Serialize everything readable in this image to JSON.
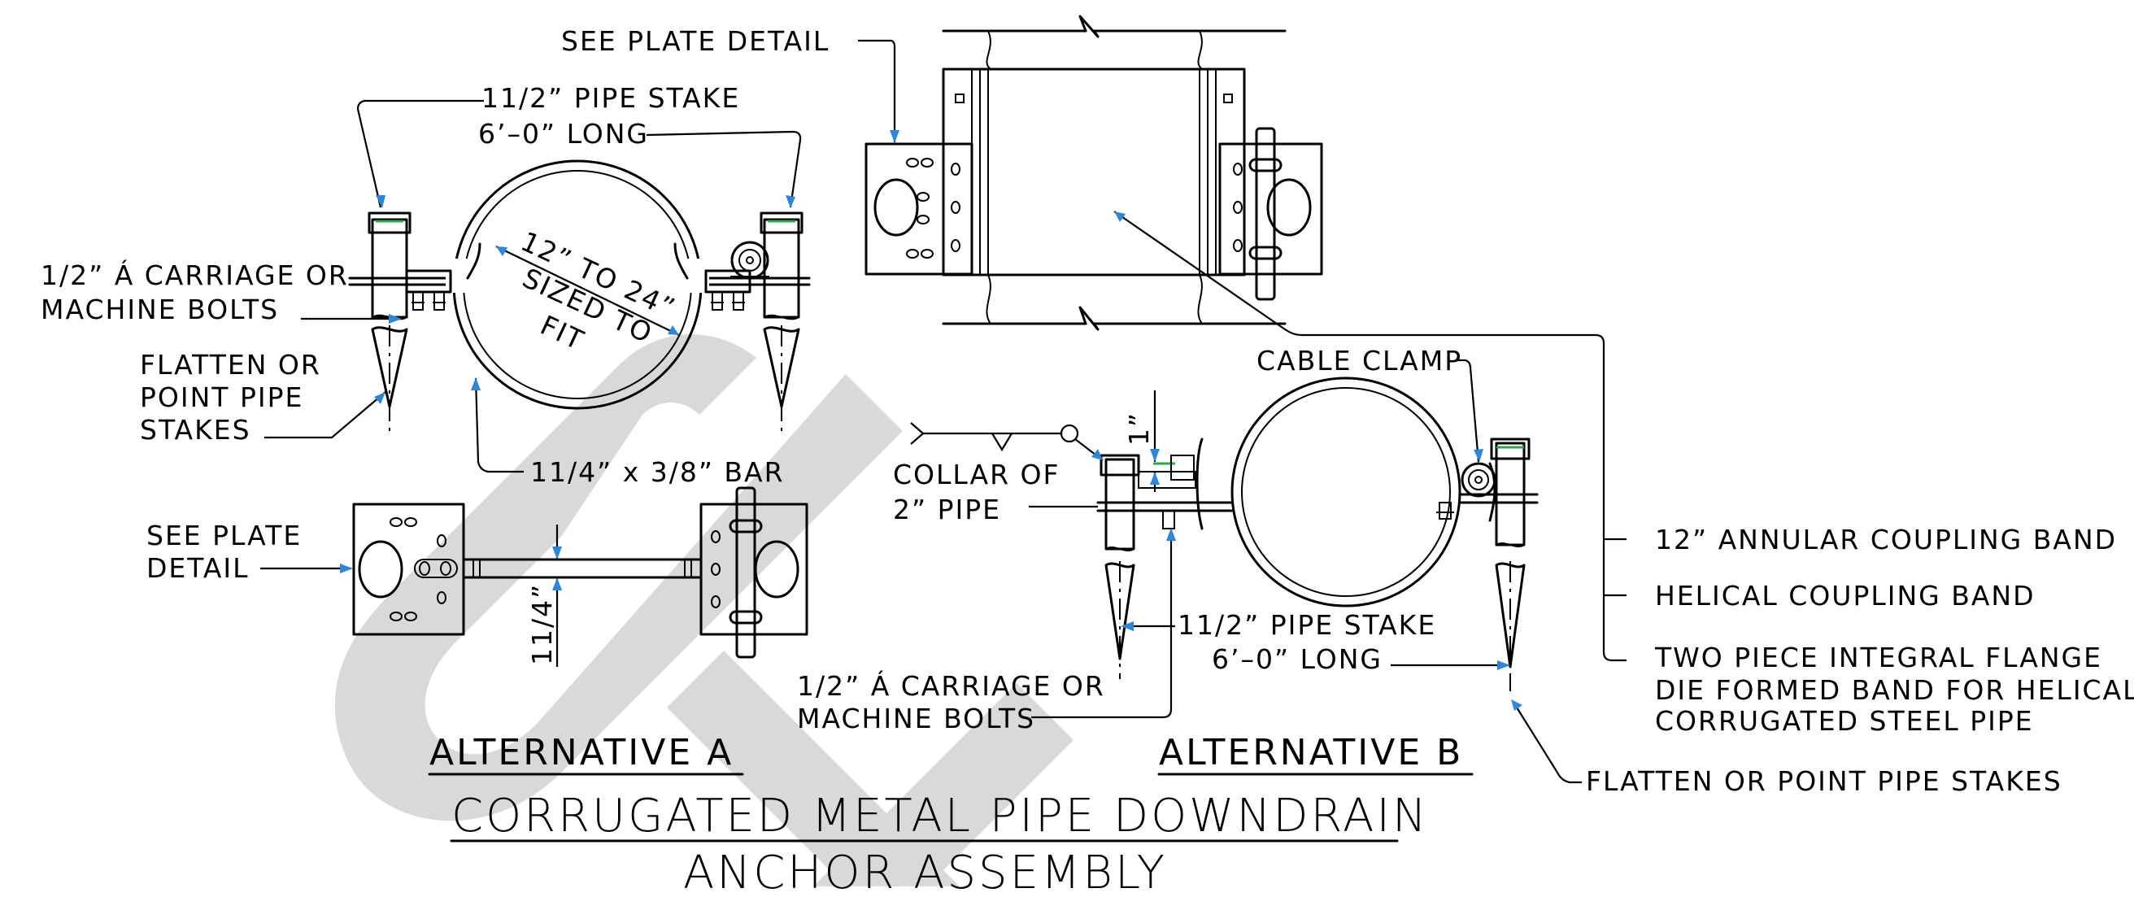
{
  "labels": {
    "see_plate_detail_top": "SEE PLATE DETAIL",
    "pipe_stake_a_line1": "11/2” PIPE STAKE",
    "pipe_stake_a_line2": "6’–0” LONG",
    "bolts_a_line1": "1/2” Á CARRIAGE OR",
    "bolts_a_line2": "MACHINE BOLTS",
    "flatten_a_line1": "FLATTEN OR",
    "flatten_a_line2": "POINT PIPE",
    "flatten_a_line3": "STAKES",
    "pipe_size_line1": "12” TO 24”",
    "pipe_size_line2": "SIZED TO",
    "pipe_size_line3": "FIT",
    "bar": "11/4” x 3/8” BAR",
    "see_plate_detail_left_line1": "SEE PLATE",
    "see_plate_detail_left_line2": "DETAIL",
    "bar_width_dim": "11/4”",
    "cable_clamp": "CABLE CLAMP",
    "collar_line1": "COLLAR OF",
    "collar_line2": "2” PIPE",
    "collar_dim": "1”",
    "pipe_stake_b_line1": "11/2” PIPE STAKE",
    "pipe_stake_b_line2": "6’–0” LONG",
    "bolts_b_line1": "1/2” Á CARRIAGE OR",
    "bolts_b_line2": "MACHINE BOLTS",
    "annular_band": "12” ANNULAR COUPLING BAND",
    "helical_band": "HELICAL COUPLING BAND",
    "two_piece_line1": "TWO PIECE INTEGRAL FLANGE",
    "two_piece_line2": "DIE FORMED BAND FOR HELICAL",
    "two_piece_line3": "CORRUGATED STEEL PIPE",
    "flatten_b": "FLATTEN OR POINT PIPE STAKES"
  },
  "headings": {
    "alt_a": "ALTERNATIVE A",
    "alt_b": "ALTERNATIVE B",
    "title_line1": "CORRUGATED METAL PIPE DOWNDRAIN",
    "title_line2": "ANCHOR ASSEMBLY"
  },
  "colors": {
    "leader_arrow": "#2f86d6",
    "watermark": "#d9d9d9",
    "highlight": "#2ea84a"
  }
}
